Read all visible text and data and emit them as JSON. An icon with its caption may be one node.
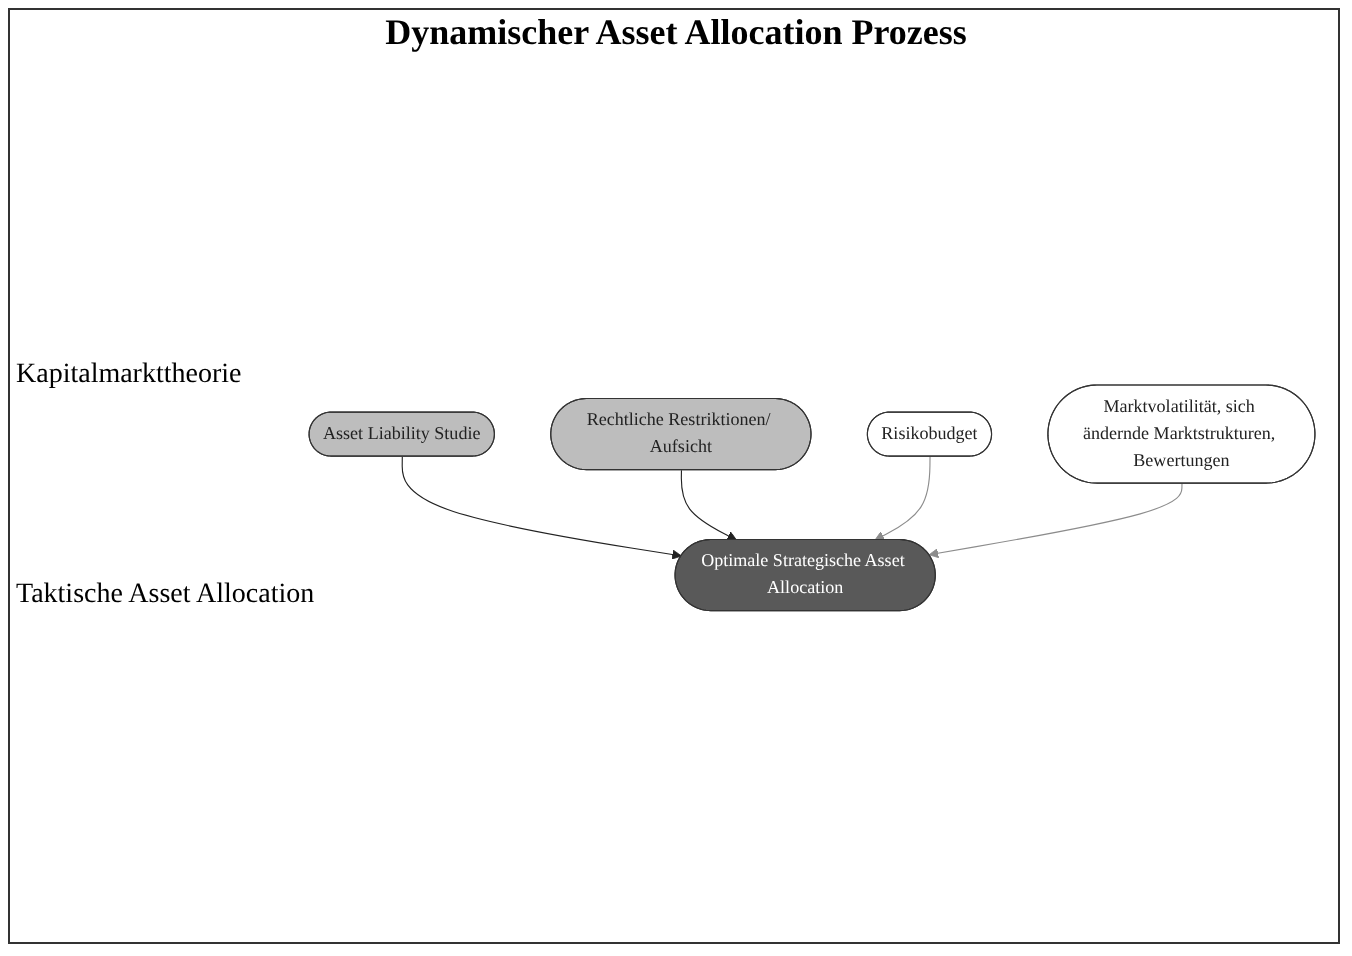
{
  "diagram": {
    "title": "Dynamischer Asset Allocation Prozess",
    "nodes": [
      {
        "text": [
          "Asset Liability Studie"
        ]
      },
      {
        "text": [
          "Rechtliche Restriktionen/ Aufsicht"
        ]
      },
      {
        "text": [
          "Optimale Strategische Asset Allocation"
        ]
      },
      {
        "text": [
          "Risikobudget"
        ]
      },
      {
        "text": [
          "Marktvolatilität, sich ändernde Marktstrukturen, Bewertungen"
        ]
      }
    ],
    "edges": [
      {
        "from": 0,
        "to": 2,
        "arrow": "to"
      },
      {
        "from": 1,
        "to": 2,
        "arrow": "to"
      },
      {
        "from": 3,
        "to": 2,
        "arrow": "to",
        "color": "#8c8c8c"
      },
      {
        "from": 4,
        "to": 2,
        "arrow": "to",
        "color": "#8c8c8c"
      }
    ],
    "labels": [
      "Kapitalmarkttheorie",
      "Taktische Asset Allocation"
    ]
  }
}
